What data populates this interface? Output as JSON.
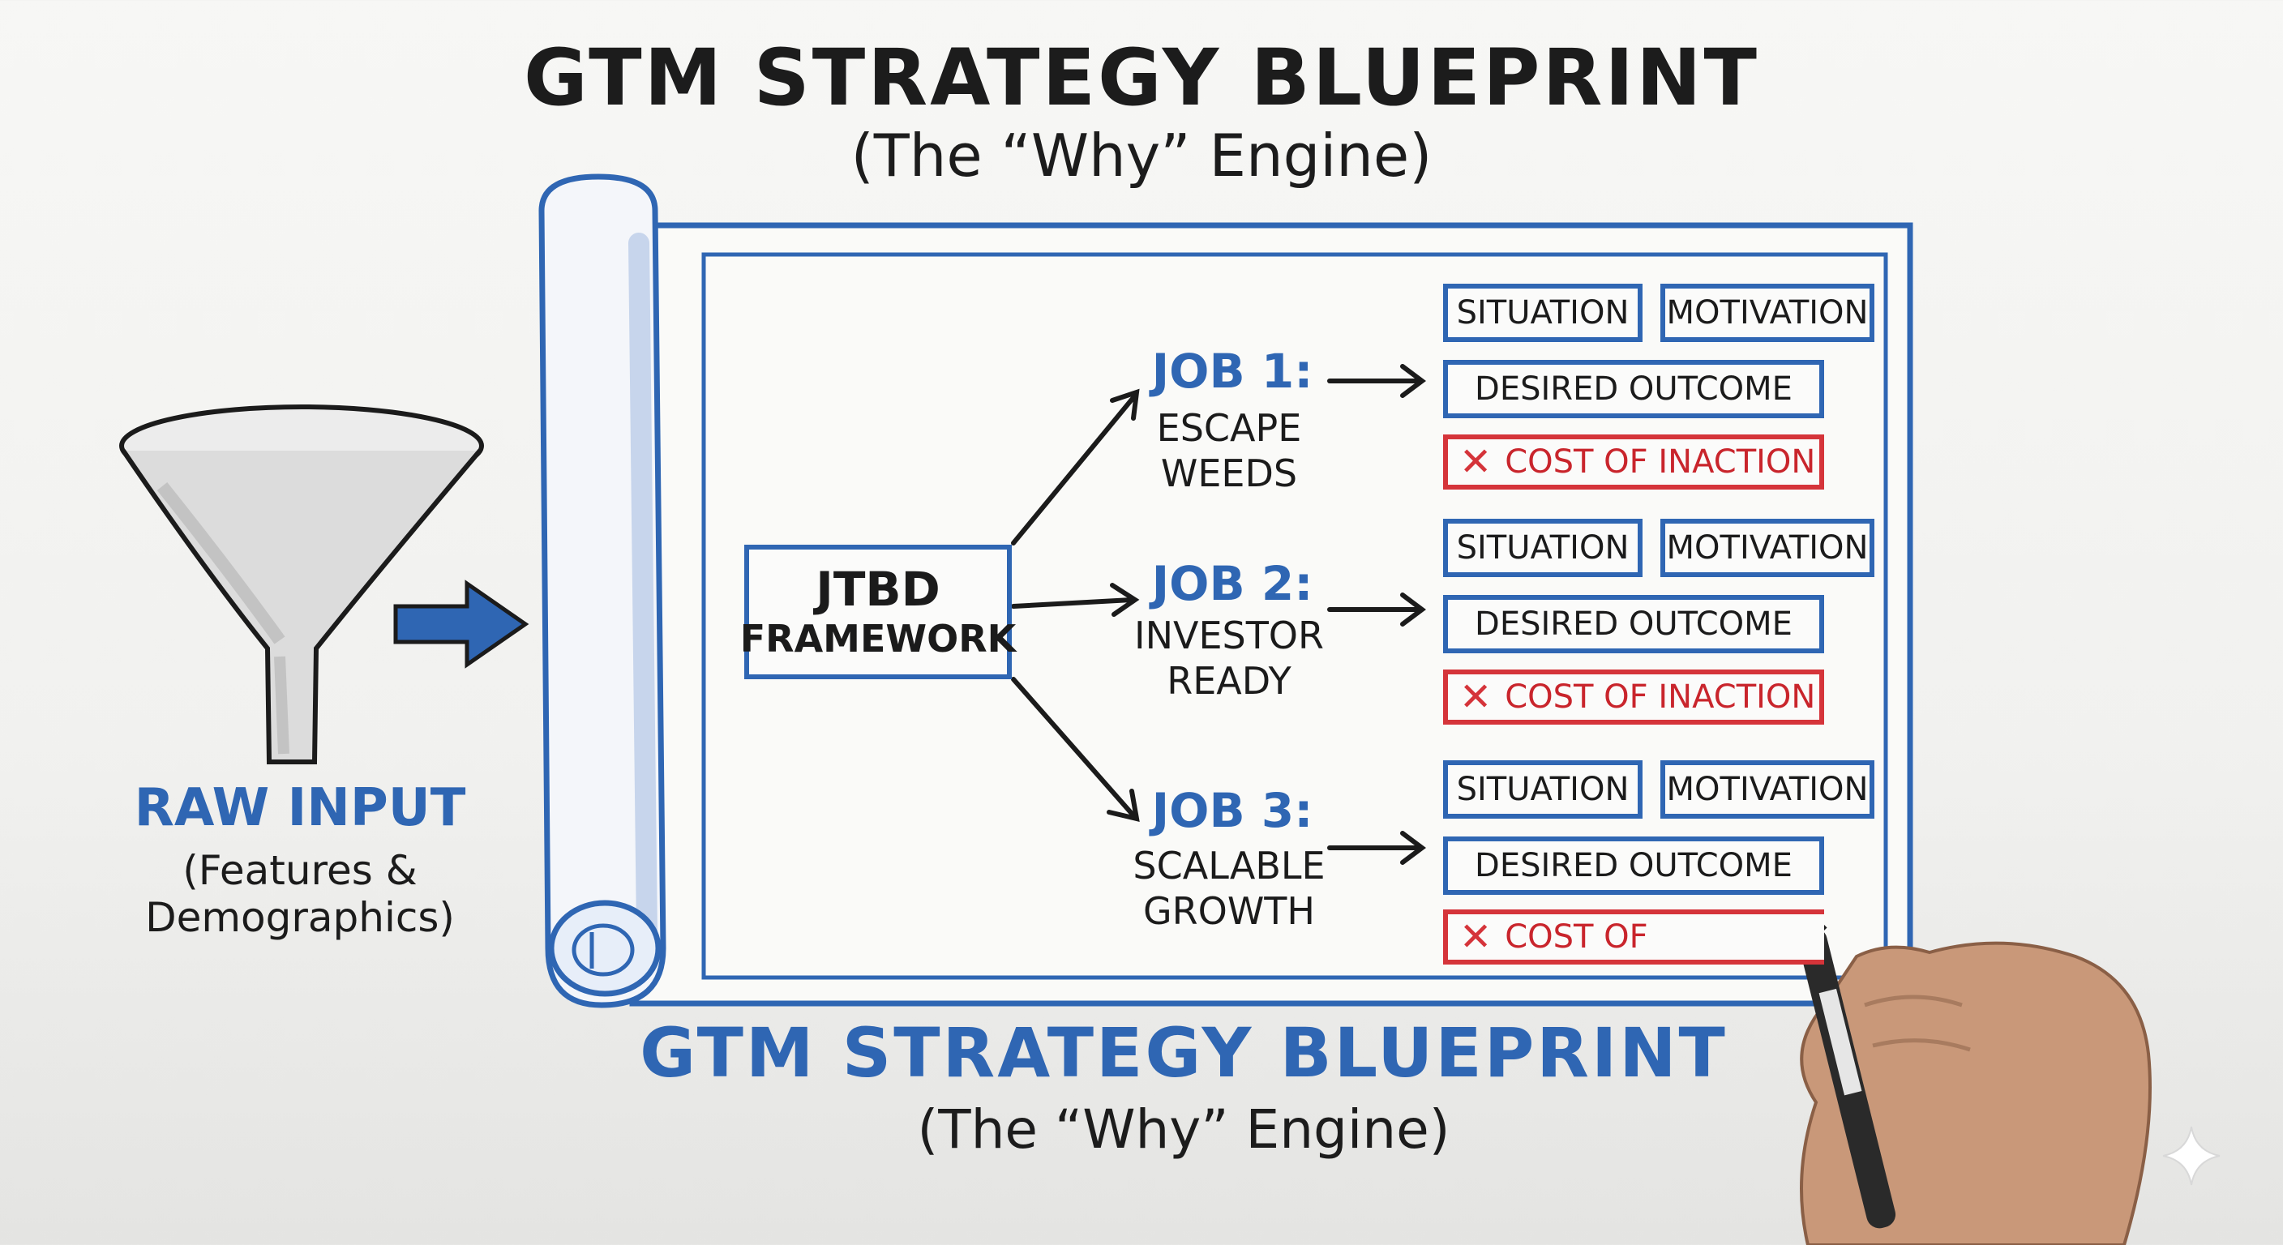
{
  "header": {
    "title": "GTM STRATEGY BLUEPRINT",
    "subtitle": "(The “Why” Engine)"
  },
  "footer": {
    "title": "GTM STRATEGY BLUEPRINT",
    "subtitle": "(The “Why” Engine)"
  },
  "raw_input": {
    "title": "RAW INPUT",
    "subtitle": "(Features &\nDemographics)"
  },
  "framework": {
    "line1": "JTBD",
    "line2": "FRAMEWORK"
  },
  "jobs": [
    {
      "label": "JOB 1:",
      "desc": "ESCAPE\nWEEDS",
      "situation": "SITUATION",
      "motivation": "MOTIVATION",
      "outcome": "DESIRED OUTCOME",
      "cost": "COST OF INACTION"
    },
    {
      "label": "JOB 2:",
      "desc": "INVESTOR\nREADY",
      "situation": "SITUATION",
      "motivation": "MOTIVATION",
      "outcome": "DESIRED OUTCOME",
      "cost": "COST OF INACTION"
    },
    {
      "label": "JOB 3:",
      "desc": "SCALABLE\nGROWTH",
      "situation": "SITUATION",
      "motivation": "MOTIVATION",
      "outcome": "DESIRED OUTCOME",
      "cost": "COST OF"
    }
  ],
  "colors": {
    "blue": "#2f66b3",
    "red": "#d5343a",
    "ink": "#1b1b1b"
  }
}
